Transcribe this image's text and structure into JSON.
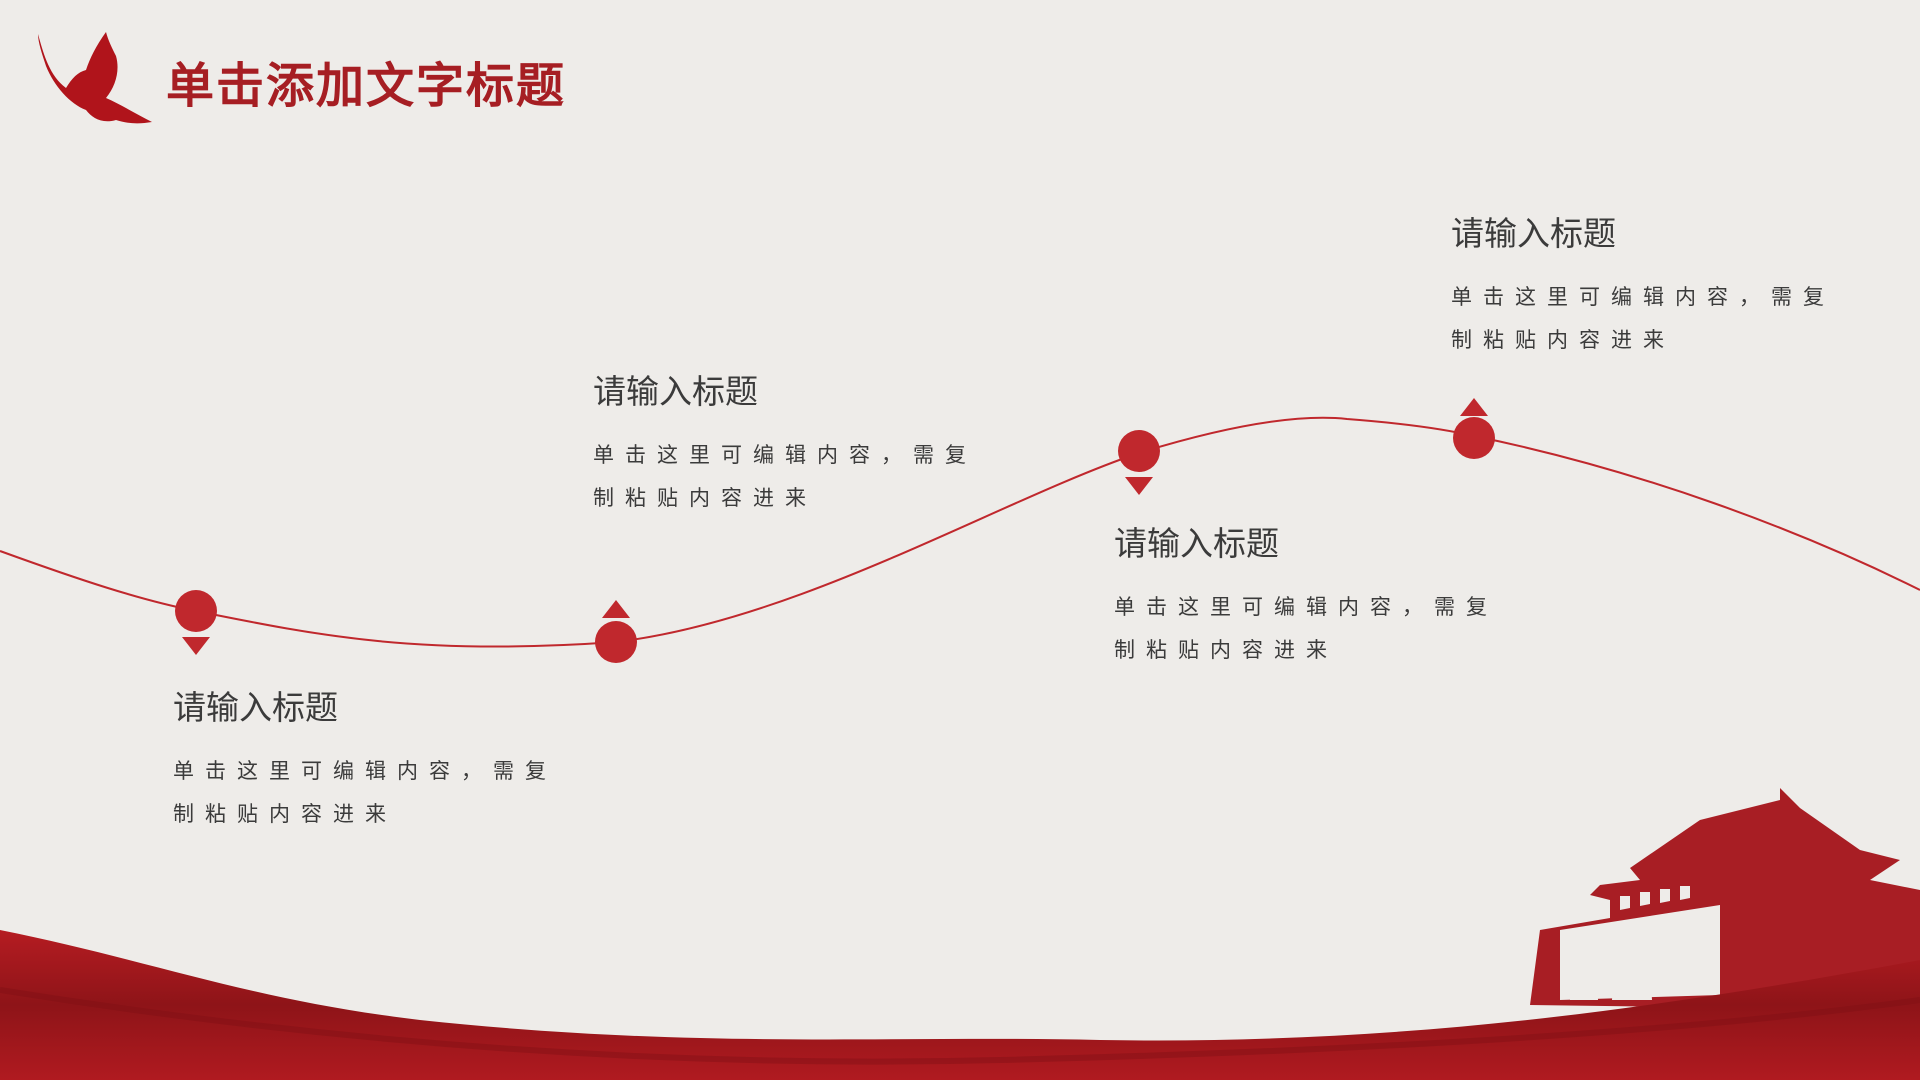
{
  "header": {
    "title": "单击添加文字标题"
  },
  "colors": {
    "accent": "#c0282d",
    "background": "#eeece9",
    "text": "#3b3b3b"
  },
  "timeline": [
    {
      "heading": "请输入标题",
      "line1": "单击这里可编辑内容，需复",
      "line2": "制粘贴内容进来"
    },
    {
      "heading": "请输入标题",
      "line1": "单击这里可编辑内容，需复",
      "line2": "制粘贴内容进来"
    },
    {
      "heading": "请输入标题",
      "line1": "单击这里可编辑内容，需复",
      "line2": "制粘贴内容进来"
    },
    {
      "heading": "请输入标题",
      "line1": "单击这里可编辑内容，需复",
      "line2": "制粘贴内容进来"
    }
  ]
}
